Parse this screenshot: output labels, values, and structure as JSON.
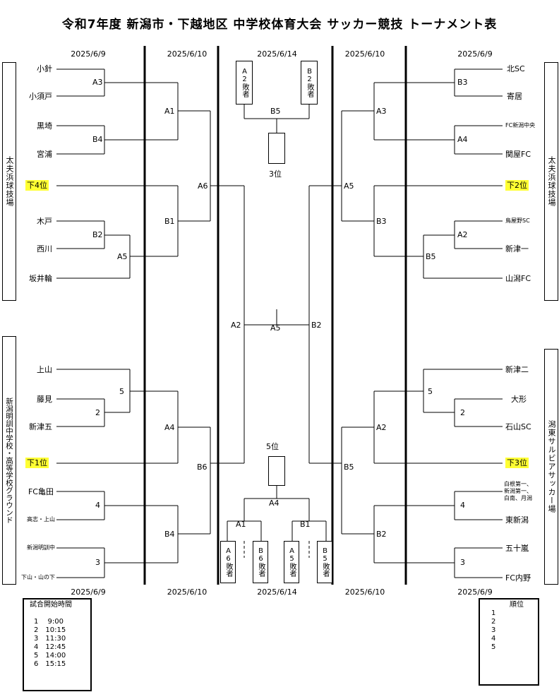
{
  "title": "令和7年度 新潟市・下越地区 中学校体育大会 サッカー競技 トーナメント表",
  "dates": {
    "day1": "2025/6/9",
    "day2": "2025/6/10",
    "day3": "2025/6/14"
  },
  "venues": {
    "left_top": "太夫浜球技場",
    "left_bottom": "新潟明訓中学校・高等学校グラウンド",
    "right_top": "太夫浜球技場",
    "right_bottom": "潟東サルビアサッカー場"
  },
  "teams": {
    "l1": "小針",
    "l2": "小須戸",
    "l3": "黒埼",
    "l4": "宮浦",
    "l5": "下4位",
    "l6": "木戸",
    "l7": "西川",
    "l8": "坂井輪",
    "l9": "上山",
    "l10": "藤見",
    "l11": "新津五",
    "l12": "下1位",
    "l13": "FC亀田",
    "l14": "高志・上山",
    "l15": "新潟明訓中",
    "l16": "下山・山の下",
    "r1": "北SC",
    "r2": "寄居",
    "r3": "FC新潟中央",
    "r4": "関屋FC",
    "r5": "下2位",
    "r6": "鳥屋野SC",
    "r7": "新津一",
    "r8": "山潟FC",
    "r9": "新津二",
    "r10": "大形",
    "r11": "石山SC",
    "r12": "下3位",
    "r13": "白根第一、\n新潟第一、\n白南、月潟",
    "r14": "東新潟",
    "r15": "五十嵐",
    "r16": "FC内野"
  },
  "matches": {
    "lA3": "A3",
    "lB4": "B4",
    "lA1": "A1",
    "lB2": "B2",
    "lA5": "A5",
    "lB1": "B1",
    "lA6": "A6",
    "l5": "5",
    "l2": "2",
    "lA4": "A4",
    "l4": "4",
    "l3": "3",
    "lB4b": "B4",
    "lB6": "B6",
    "cA2": "A2",
    "cA5": "A5",
    "cB2": "B2",
    "rB3": "B3",
    "rA4": "A4",
    "rA3": "A3",
    "rA2": "A2",
    "rB5": "B5",
    "rB3b": "B3",
    "rA5": "A5",
    "r5": "5",
    "r2": "2",
    "rA2b": "A2",
    "r4": "4",
    "r3": "3",
    "rB2": "B2",
    "rB5b": "B5"
  },
  "third_place": {
    "box_a": "A2敗者",
    "box_b": "B2敗者",
    "match": "B5",
    "label": "3位"
  },
  "fifth_place": {
    "label": "5位",
    "final_match": "A4",
    "semi_left": "A1",
    "semi_right": "B1",
    "box_1": "A6敗者",
    "box_2": "B6敗者",
    "box_3": "A5敗者",
    "box_4": "B5敗者"
  },
  "schedule": {
    "heading": "試合開始時間",
    "lines": [
      "1　 9:00",
      "2　10:15",
      "3　11:30",
      "4　12:45",
      "5　14:00",
      "6　15:15"
    ]
  },
  "ranking": {
    "heading": "順位",
    "lines": [
      "1",
      "2",
      "3",
      "4",
      "5"
    ]
  }
}
